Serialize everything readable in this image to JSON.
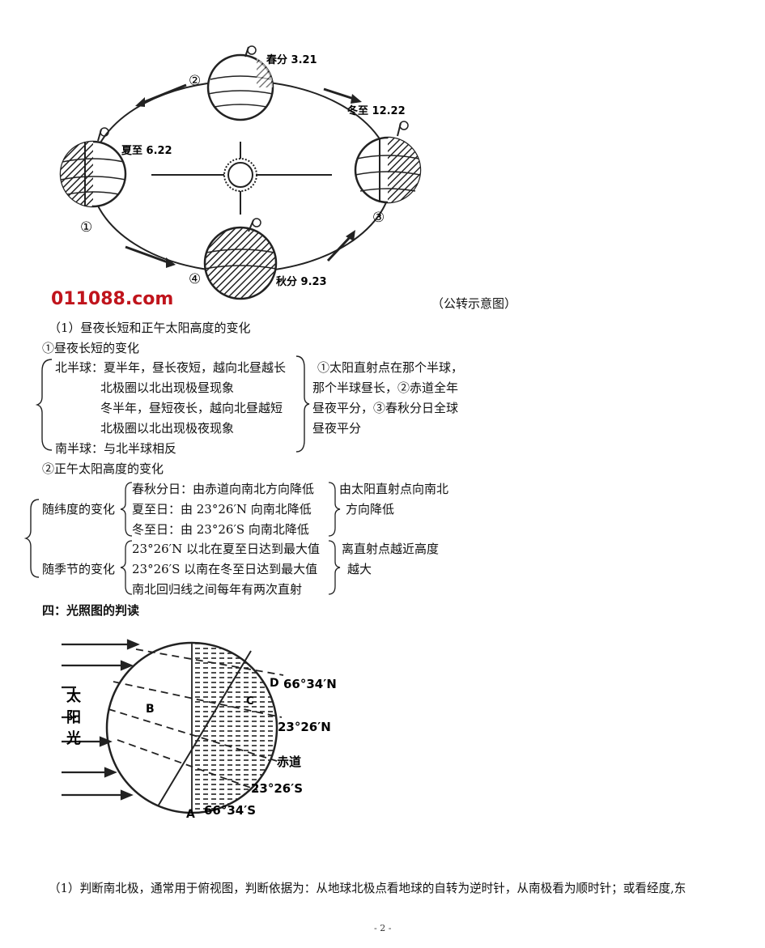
{
  "orbit_figure": {
    "labels": {
      "spring": "春分 3.21",
      "winter": "冬至 12.22",
      "summer": "夏至 6.22",
      "autumn": "秋分 9.23",
      "n1": "①",
      "n2": "②",
      "n3": "③",
      "n4": "④"
    },
    "watermark": "011088.com",
    "caption": "（公转示意图）"
  },
  "section1": {
    "title": "（1）昼夜长短和正午太阳高度的变化",
    "sub1": "①昼夜长短的变化",
    "north_lines": [
      "北半球：夏半年，昼长夜短，越向北昼越长",
      "北极圈以北出现极昼现象",
      "冬半年，昼短夜长，越向北昼越短",
      "北极圈以北出现极夜现象"
    ],
    "south_line": "南半球：与北半球相反",
    "right_note": [
      "①太阳直射点在那个半球，",
      "那个半球昼长，②赤道全年",
      "昼夜平分，③春秋分日全球",
      "昼夜平分"
    ],
    "sub2": "②正午太阳高度的变化",
    "lat_label": "随纬度的变化",
    "lat_items": [
      "春秋分日：由赤道向南北方向降低",
      "夏至日：由 23°26′N 向南北降低",
      "冬至日：由 23°26′S 向南北降低"
    ],
    "lat_note": [
      "由太阳直射点向南北",
      "方向降低"
    ],
    "season_label": "随季节的变化",
    "season_items": [
      "23°26′N 以北在夏至日达到最大值",
      "23°26′S 以南在冬至日达到最大值",
      "南北回归线之间每年有两次直射"
    ],
    "season_note": [
      "离直射点越近高度",
      "越大"
    ]
  },
  "section4": {
    "heading": "四：光照图的判读",
    "figure": {
      "sun_chars": [
        "太",
        "阳",
        "光"
      ],
      "labels": {
        "D": "D",
        "C": "C",
        "B": "B",
        "A": "A",
        "lat1": "66°34′N",
        "lat2": "23°26′N",
        "equator": "赤道",
        "lat3": "23°26′S",
        "lat4": "66°34′S"
      }
    },
    "bottom_text": "（1）判断南北极，通常用于俯视图，判断依据为：从地球北极点看地球的自转为逆时针，从南极看为顺时针；或看经度,东"
  },
  "page_number": "- 2 -"
}
